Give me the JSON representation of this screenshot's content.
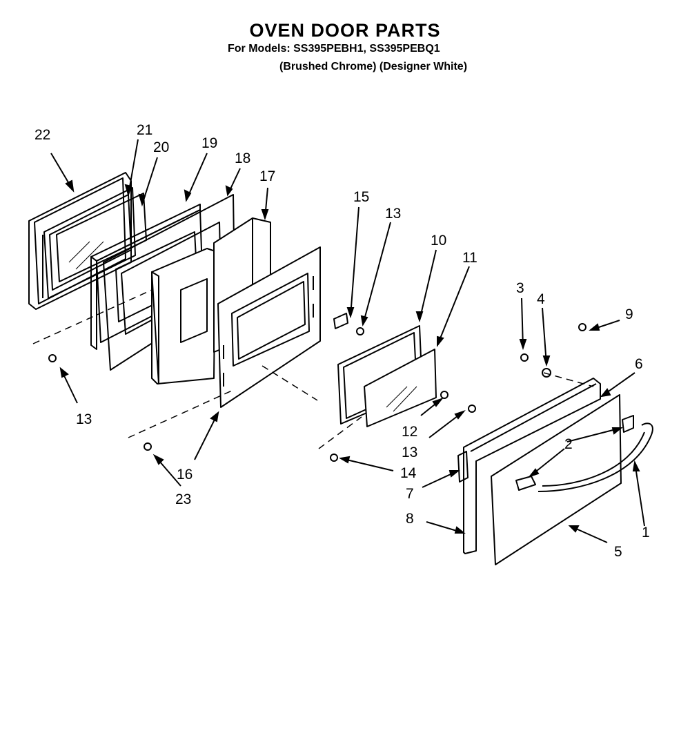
{
  "title": "OVEN DOOR PARTS",
  "models": "For Models: SS395PEBH1, SS395PEBQ1",
  "finishes": "(Brushed Chrome) (Designer White)",
  "callouts": [
    "22",
    "21",
    "20",
    "19",
    "18",
    "17",
    "15",
    "13",
    "10",
    "11",
    "3",
    "4",
    "9",
    "6",
    "13",
    "16",
    "23",
    "12",
    "13",
    "14",
    "2",
    "7",
    "8",
    "1",
    "5"
  ]
}
